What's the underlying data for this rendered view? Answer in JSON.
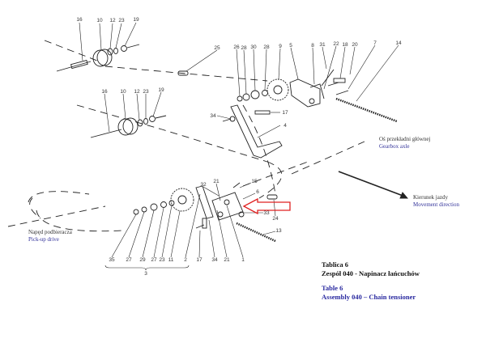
{
  "callouts": {
    "idler_top": [
      "16",
      "10",
      "12",
      "23",
      "19"
    ],
    "link_25": "25",
    "idler_mid": [
      "16",
      "10",
      "12",
      "23",
      "19"
    ],
    "top_right": [
      "26",
      "28",
      "30",
      "28",
      "9",
      "5",
      "8",
      "31",
      "22",
      "18",
      "20",
      "7",
      "14"
    ],
    "arm": [
      "34",
      "17",
      "4"
    ],
    "lower_side": [
      "21",
      "32",
      "15",
      "6",
      "33",
      "24",
      "13"
    ],
    "lower_row": [
      "35",
      "27",
      "29",
      "27",
      "23",
      "11",
      "2",
      "17",
      "34",
      "21",
      "1"
    ],
    "group_3": "3"
  },
  "notes": {
    "gearbox_pl": "Oś przekładni głównej",
    "gearbox_en": "Gearbox axle",
    "direction_pl": "Kierunek jazdy",
    "direction_en": "Movement direction",
    "pickup_pl": "Napęd podbieracza",
    "pickup_en": "Pick-up drive"
  },
  "title_block": {
    "pl_table": "Tablica 6",
    "pl_assembly": "Zespół 040 - Napinacz łańcuchów",
    "en_table": "Table 6",
    "en_assembly": "Assembly 040 – Chain tensioner"
  },
  "colors": {
    "highlight_arrow": "#e02020",
    "english_text": "#33339a"
  }
}
